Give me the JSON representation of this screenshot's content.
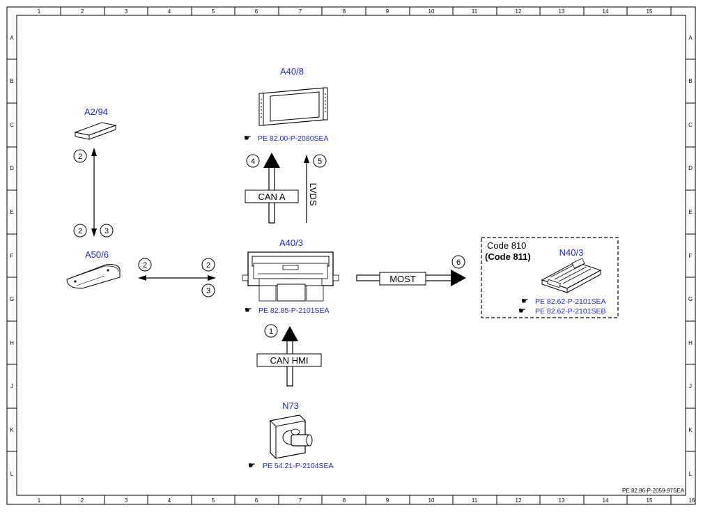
{
  "grid": {
    "columns": [
      "1",
      "2",
      "3",
      "4",
      "5",
      "6",
      "7",
      "8",
      "9",
      "10",
      "11",
      "12",
      "13",
      "14",
      "15",
      "16"
    ],
    "rows": [
      "A",
      "B",
      "C",
      "D",
      "E",
      "F",
      "G",
      "H",
      "J",
      "K",
      "L"
    ]
  },
  "colors": {
    "link": "#1a2bd6",
    "line": "#000000"
  },
  "components": {
    "a40_8": {
      "label": "A40/8",
      "ref": "PE 82.00-P-2080SEA"
    },
    "a2_94": {
      "label": "A2/94"
    },
    "a50_6": {
      "label": "A50/6"
    },
    "a40_3": {
      "label": "A40/3",
      "ref": "PE 82.85-P-2101SEA"
    },
    "n40_3": {
      "label": "N40/3",
      "code1": "Code 810",
      "code2": "(Code 811)",
      "ref1": "PE 82.62-P-2101SEA",
      "ref2": "PE 82.62-P-2101SEB"
    },
    "n73": {
      "label": "N73",
      "ref": "PE 54.21-P-2104SEA"
    }
  },
  "connections": {
    "can_a": "CAN A",
    "lvds": "LVDS",
    "most": "MOST",
    "can_hmi": "CAN HMI"
  },
  "markers": {
    "m1": "1",
    "m2a": "2",
    "m2b": "2",
    "m2c": "2",
    "m2d": "2",
    "m3a": "3",
    "m3b": "3",
    "m4": "4",
    "m5": "5",
    "m6": "6"
  },
  "footer_ref": "PE 82.86-P-2059-97SEA",
  "icons": {
    "ref_pointer": "pointing-hand-icon"
  }
}
